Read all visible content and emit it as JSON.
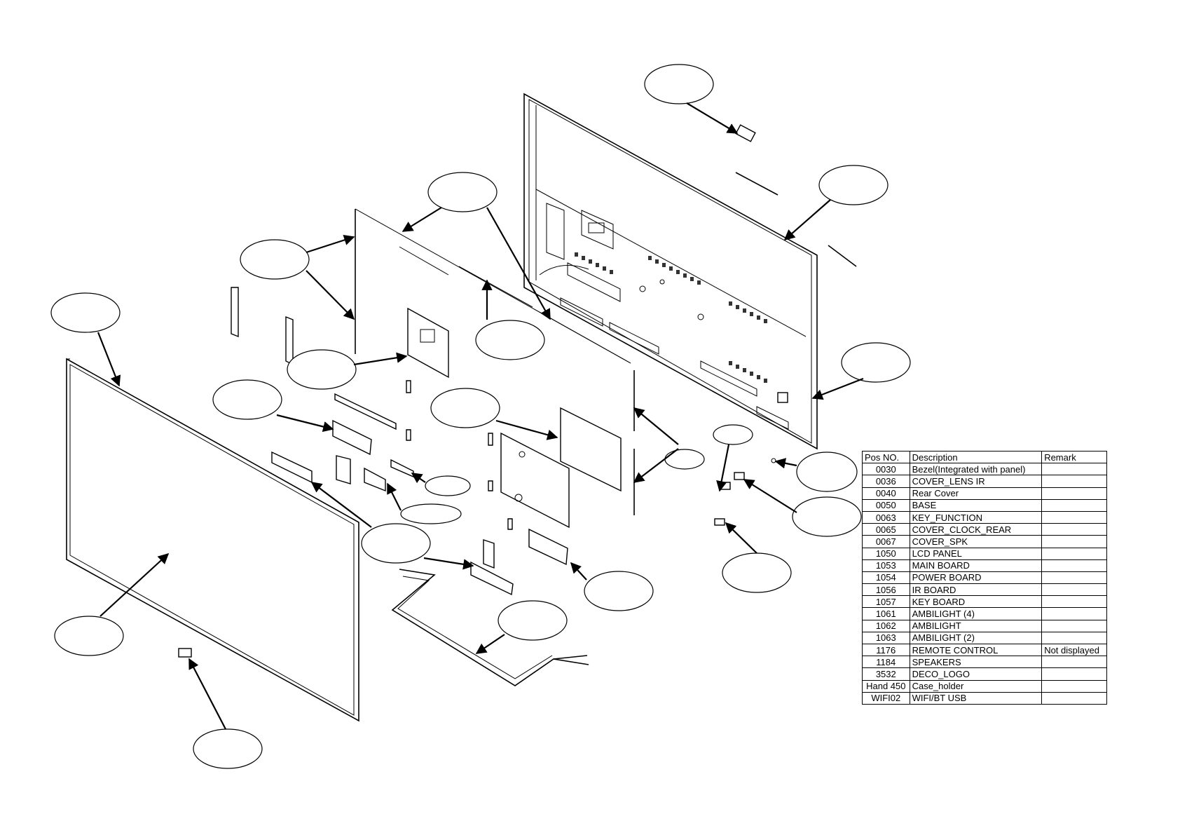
{
  "table": {
    "headers": {
      "pos": "Pos NO.",
      "description": "Description",
      "remark": "Remark"
    },
    "rows": [
      {
        "pos": "0030",
        "description": "Bezel(Integrated with panel)",
        "remark": ""
      },
      {
        "pos": "0036",
        "description": "COVER_LENS IR",
        "remark": ""
      },
      {
        "pos": "0040",
        "description": "Rear Cover",
        "remark": ""
      },
      {
        "pos": "0050",
        "description": "BASE",
        "remark": ""
      },
      {
        "pos": "0063",
        "description": "KEY_FUNCTION",
        "remark": ""
      },
      {
        "pos": "0065",
        "description": "COVER_CLOCK_REAR",
        "remark": ""
      },
      {
        "pos": "0067",
        "description": "COVER_SPK",
        "remark": ""
      },
      {
        "pos": "1050",
        "description": "LCD PANEL",
        "remark": ""
      },
      {
        "pos": "1053",
        "description": "MAIN BOARD",
        "remark": ""
      },
      {
        "pos": "1054",
        "description": "POWER BOARD",
        "remark": ""
      },
      {
        "pos": "1056",
        "description": "IR BOARD",
        "remark": ""
      },
      {
        "pos": "1057",
        "description": "KEY BOARD",
        "remark": ""
      },
      {
        "pos": "1061",
        "description": "AMBILIGHT (4)",
        "remark": ""
      },
      {
        "pos": "1062",
        "description": "AMBILIGHT",
        "remark": ""
      },
      {
        "pos": "1063",
        "description": "AMBILIGHT (2)",
        "remark": ""
      },
      {
        "pos": "1176",
        "description": "REMOTE CONTROL",
        "remark": "Not displayed"
      },
      {
        "pos": "1184",
        "description": "SPEAKERS",
        "remark": ""
      },
      {
        "pos": "3532",
        "description": "DECO_LOGO",
        "remark": ""
      },
      {
        "pos": "Hand 450",
        "description": "Case_holder",
        "remark": ""
      },
      {
        "pos": "WIFI02",
        "description": "WIFI/BT USB",
        "remark": ""
      }
    ]
  }
}
